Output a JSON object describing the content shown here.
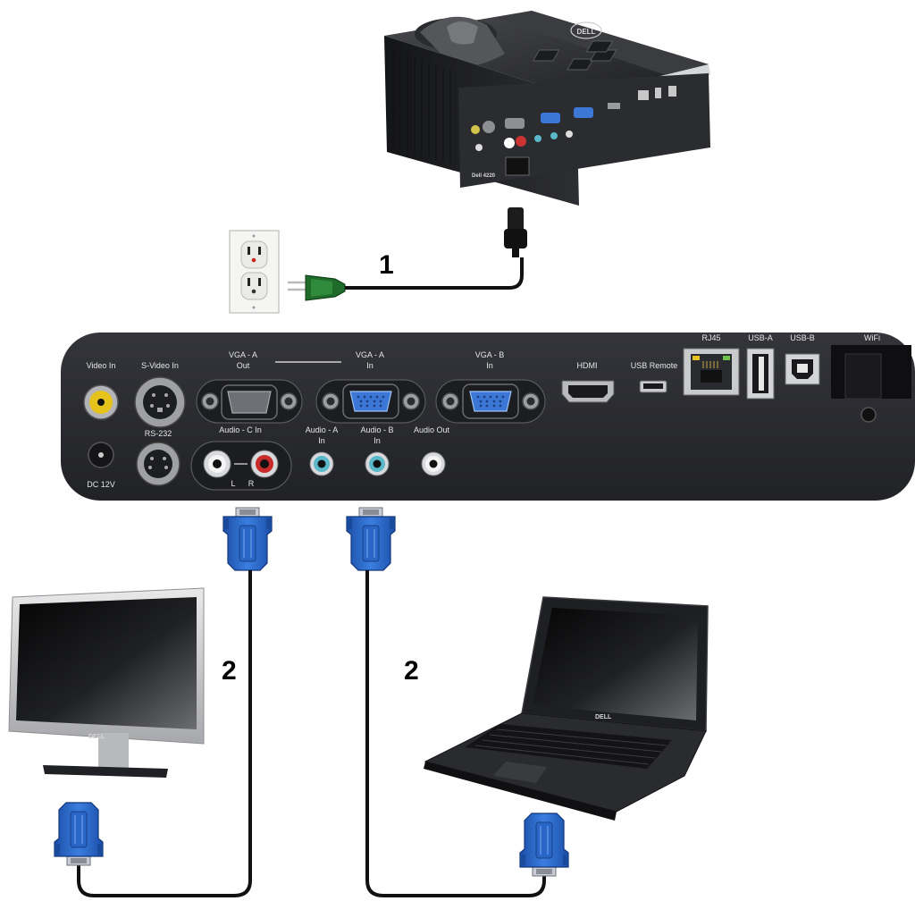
{
  "projector": {
    "brand": "DELL",
    "model": "Dell 4220"
  },
  "callouts": {
    "power_cable": "1",
    "vga_cable_monitor": "2",
    "vga_cable_laptop": "2"
  },
  "panel": {
    "video_in": "Video In",
    "s_video_in": "S-Video In",
    "vga_a_out_1": "VGA - A",
    "vga_a_out_2": "Out",
    "vga_a_in_1": "VGA - A",
    "vga_a_in_2": "In",
    "vga_b_in_1": "VGA - B",
    "vga_b_in_2": "In",
    "hdmi": "HDMI",
    "usb_remote": "USB Remote",
    "rj45": "RJ45",
    "usb_a": "USB-A",
    "usb_b": "USB-B",
    "wifi": "WiFi",
    "rs232": "RS-232",
    "audio_c_in": "Audio - C In",
    "audio_l": "L",
    "audio_r": "R",
    "audio_a_in_1": "Audio - A",
    "audio_a_in_2": "In",
    "audio_b_in_1": "Audio - B",
    "audio_b_in_2": "In",
    "audio_out": "Audio Out",
    "dc_12v": "DC 12V"
  },
  "monitor": {
    "brand": "DELL"
  },
  "laptop": {
    "brand": "DELL"
  },
  "colors": {
    "panel": "#2b2c2f",
    "vga_blue": "#2f6fd0",
    "cable": "#111111",
    "plug_green": "#1f6b2a"
  }
}
